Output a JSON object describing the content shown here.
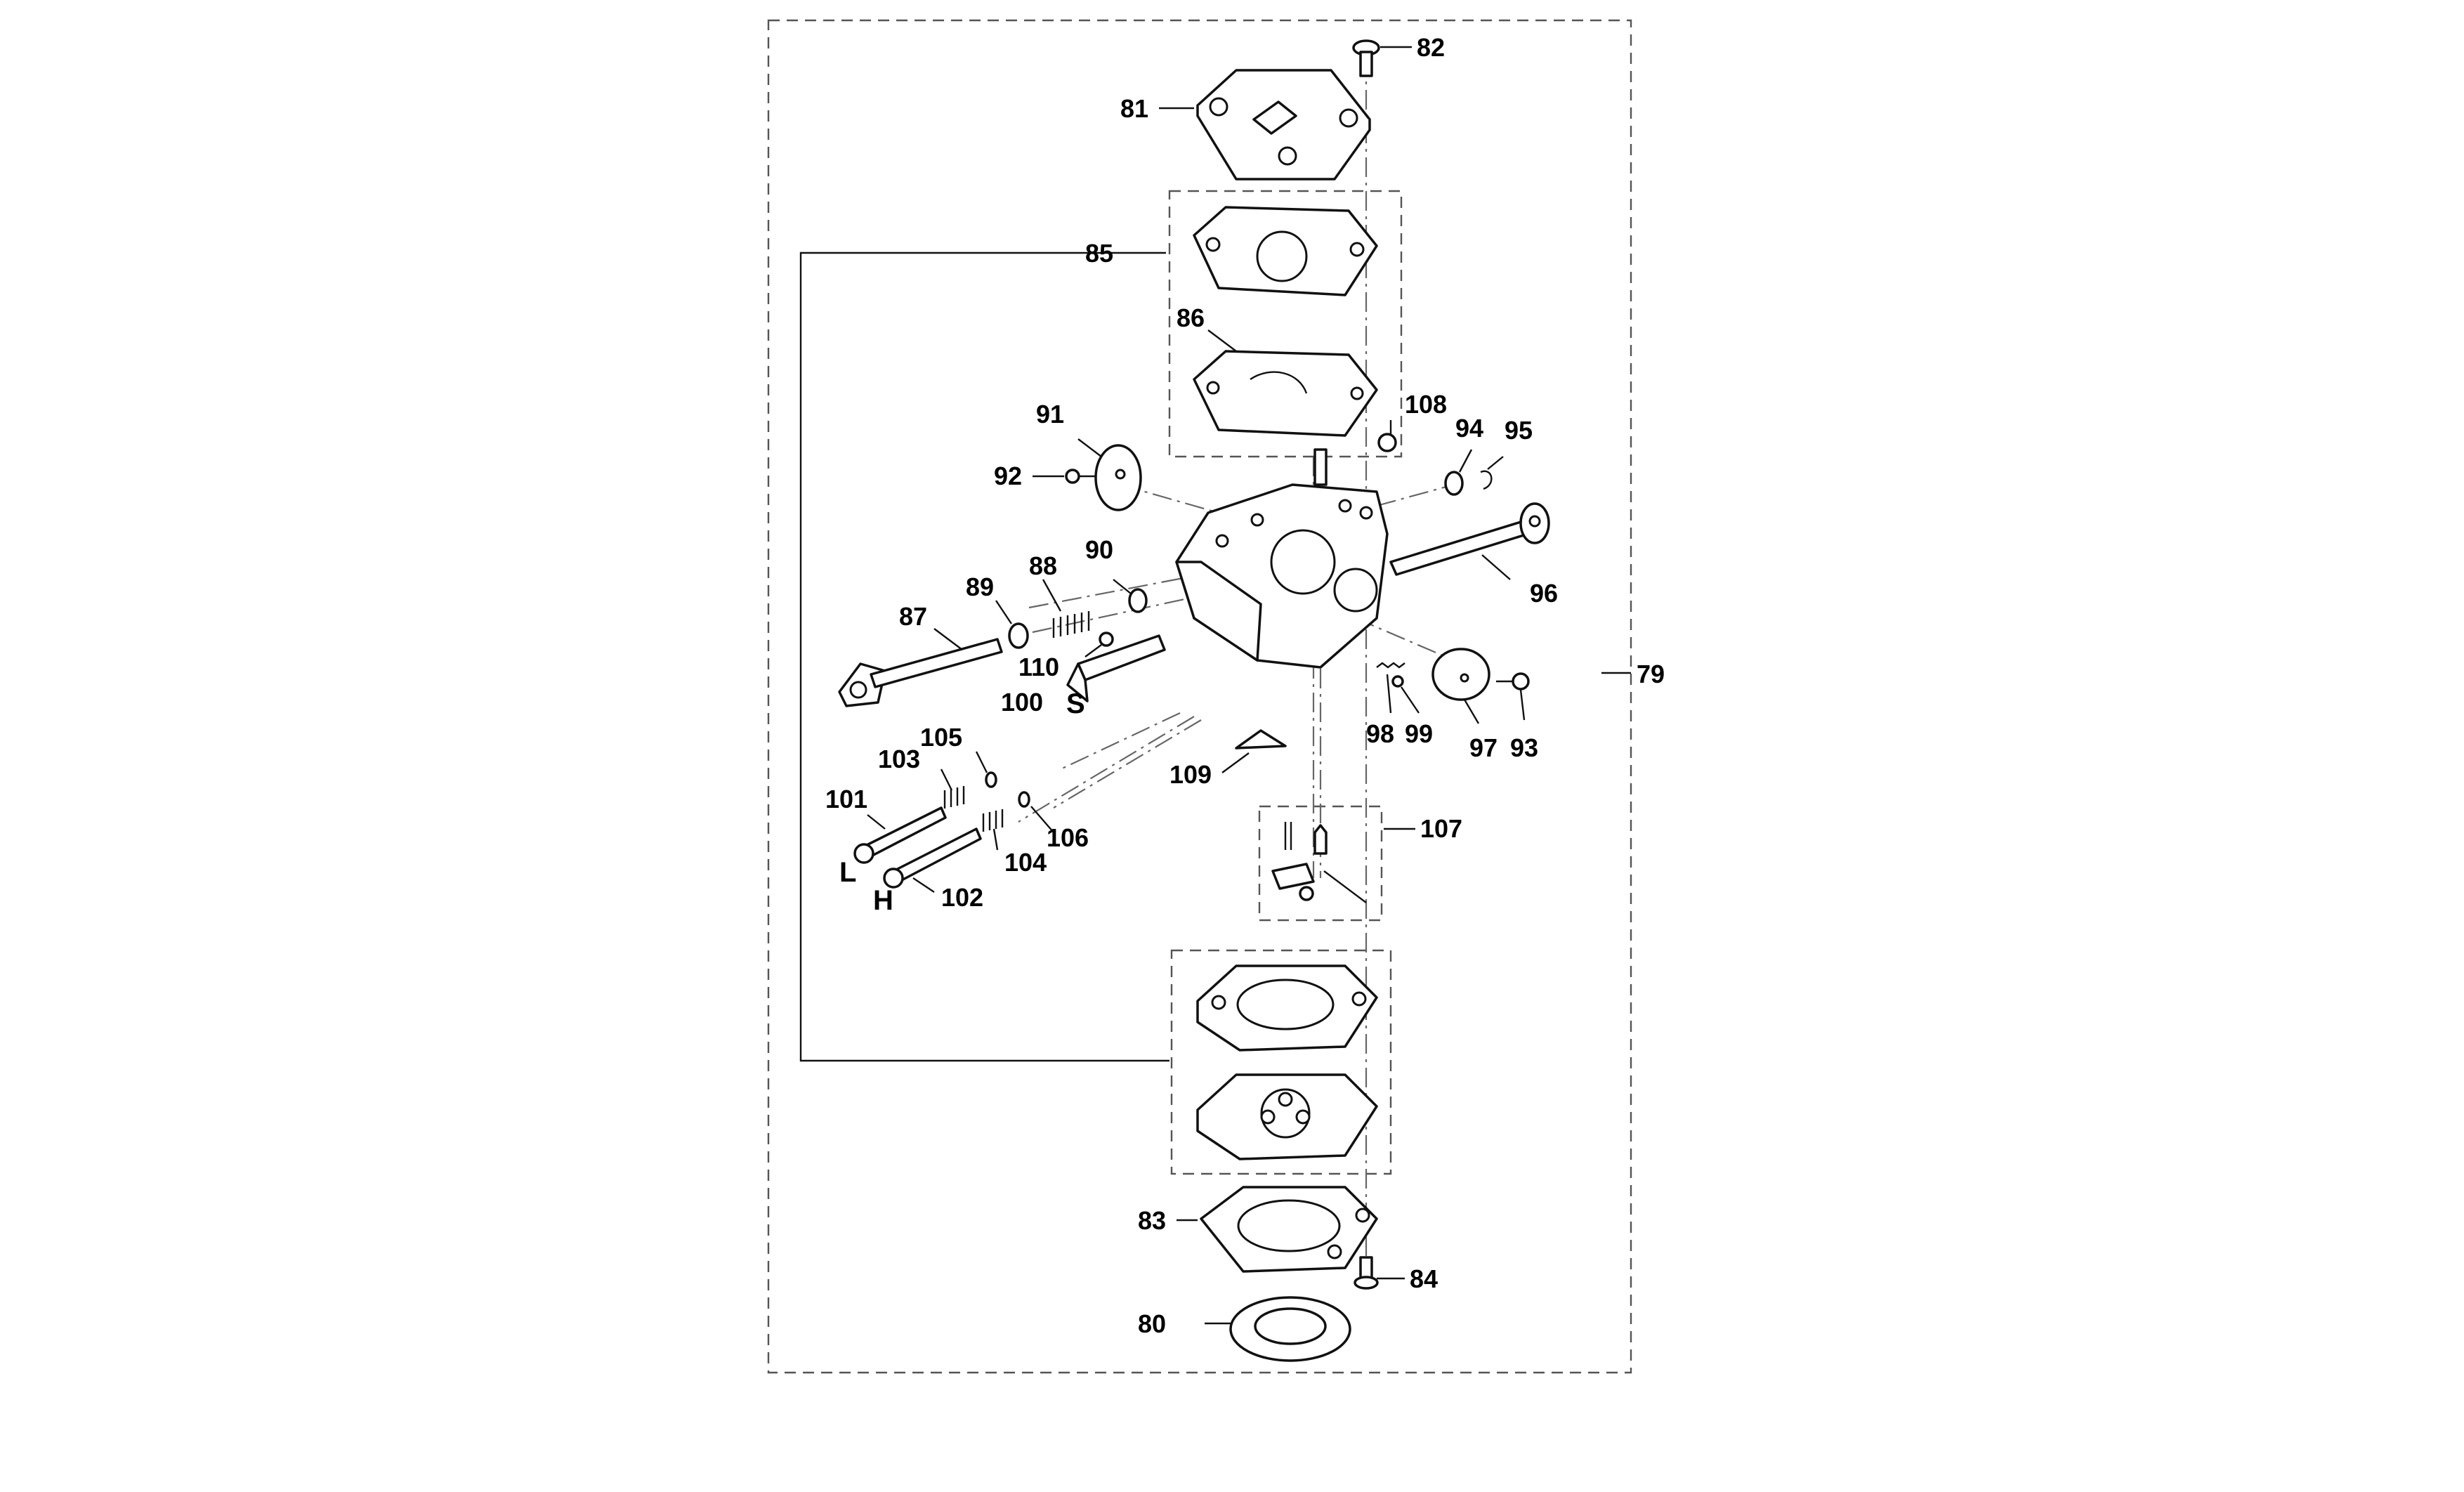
{
  "diagram": {
    "callouts": {
      "c79": "79",
      "c80": "80",
      "c81": "81",
      "c82": "82",
      "c83": "83",
      "c84": "84",
      "c85": "85",
      "c86": "86",
      "c87": "87",
      "c88": "88",
      "c89": "89",
      "c90": "90",
      "c91": "91",
      "c92": "92",
      "c93": "93",
      "c94": "94",
      "c95": "95",
      "c96": "96",
      "c97": "97",
      "c98": "98",
      "c99": "99",
      "c100": "100",
      "c101": "101",
      "c102": "102",
      "c103": "103",
      "c104": "104",
      "c105": "105",
      "c106": "106",
      "c107": "107",
      "c108": "108",
      "c109": "109",
      "c110": "110"
    },
    "markers": {
      "low": "L",
      "high": "H",
      "slow": "S"
    }
  }
}
